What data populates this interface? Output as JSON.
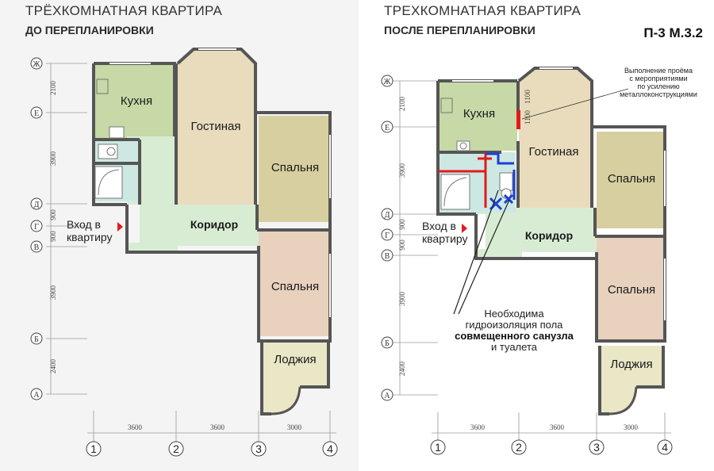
{
  "left": {
    "title": "ТРЁХКОМНАТНАЯ КВАРТИРА",
    "subtitle": "ДО ПЕРЕПЛАНИРОВКИ",
    "rooms": {
      "kitchen": "Кухня",
      "living": "Гостиная",
      "bedroom1": "Спальня",
      "corridor": "Коридор",
      "bedroom2": "Спальня",
      "loggia": "Лоджия"
    },
    "entry": [
      "Вход в",
      "квартиру"
    ],
    "row_axes": [
      "Ж",
      "Е",
      "Д",
      "Г",
      "В",
      "Б",
      "А"
    ],
    "row_dims": [
      "2100",
      "3900",
      "900",
      "900",
      "3900",
      "2400"
    ],
    "col_axes": [
      "1",
      "2",
      "3",
      "4"
    ],
    "col_dims": [
      "3600",
      "3600",
      "3000"
    ]
  },
  "right": {
    "title": "ТРЕХКОМНАТНАЯ КВАРТИРА",
    "subtitle": "ПОСЛЕ ПЕРЕПЛАНИРОВКИ",
    "code": "П-3 М.3.2",
    "rooms": {
      "kitchen": "Кухня",
      "living": "Гостиная",
      "bedroom1": "Спальня",
      "corridor": "Коридор",
      "bedroom2": "Спальня",
      "loggia": "Лоджия"
    },
    "entry": [
      "Вход в",
      "квартиру"
    ],
    "row_axes": [
      "Ж",
      "Е",
      "Д",
      "Г",
      "В",
      "Б",
      "А"
    ],
    "row_dims": [
      "2100",
      "3900",
      "900",
      "900",
      "3900",
      "2400"
    ],
    "col_axes": [
      "1",
      "2",
      "3",
      "4"
    ],
    "col_dims": [
      "3600",
      "3600",
      "3000"
    ],
    "opening_dims": [
      "1100",
      "1100"
    ],
    "opening_note": [
      "Выполнение проёма",
      "с мероприятиями",
      "по усилению",
      "металлоконструкциями"
    ],
    "water_note": [
      "Необходима",
      "гидроизоляция пола",
      "совмещенного санузла",
      "и туалета"
    ]
  },
  "colors": {
    "kitchen": "#c6d9a6",
    "living": "#e8dcbc",
    "bedroom_top": "#d7cf9f",
    "bedroom_bottom": "#e8d2bd",
    "corridor": "#d8ecd4",
    "bath": "#cde8e2",
    "loggia": "#e9e7c6",
    "wall": "#555555",
    "red": "#e11b1b",
    "blue": "#1e3fd6"
  }
}
